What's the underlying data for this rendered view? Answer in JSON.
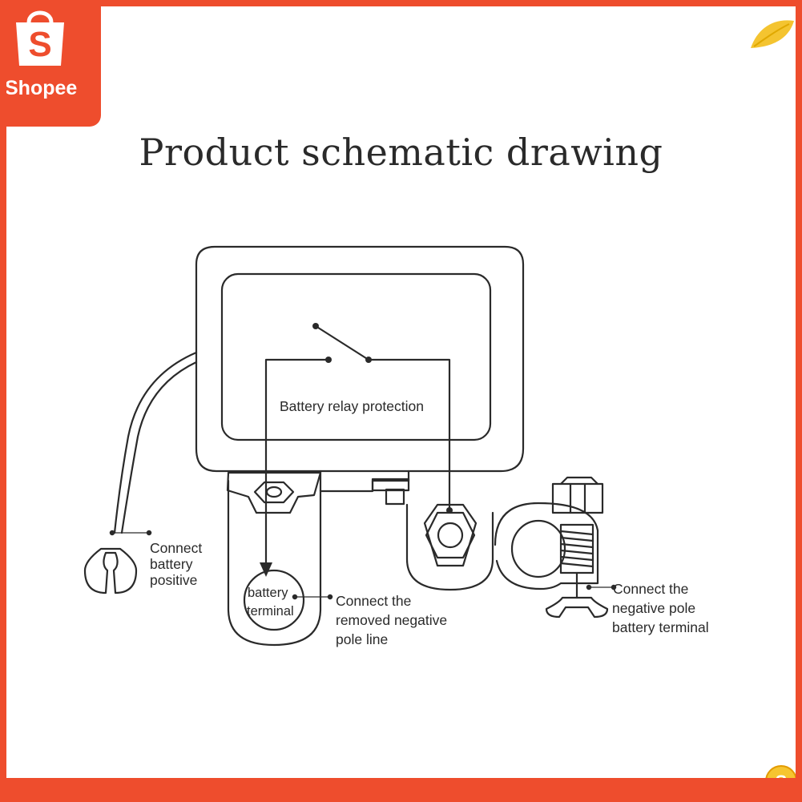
{
  "brand": {
    "name": "Shopee",
    "logo_letter": "S",
    "color": "#ee4d2d"
  },
  "title": "Product schematic drawing",
  "labels": {
    "relay": "Battery relay protection",
    "positive": [
      "Connect",
      "battery",
      "positive"
    ],
    "terminal": [
      "battery",
      "terminal"
    ],
    "removed_negative": [
      "Connect the",
      "removed negative",
      "pole line"
    ],
    "negative_terminal": [
      "Connect the",
      "negative pole",
      "battery terminal"
    ]
  }
}
